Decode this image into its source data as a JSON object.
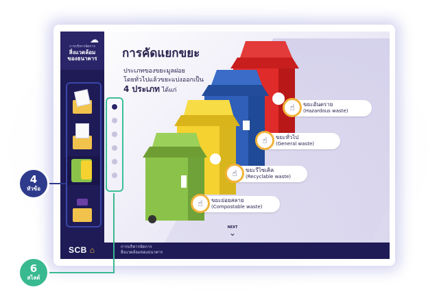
{
  "logo": {
    "small_text": "การบริหารจัดการ",
    "line1": "สิ่งแวดล้อม",
    "line2": "ของธนาคาร",
    "icon": "cloud-icon"
  },
  "content": {
    "title": "การคัดแยกขยะ",
    "subtitle_line1": "ประเภทของขยะมูลฝอย",
    "subtitle_line2": "โดยทั่วไปแล้วขยะแบ่งออกเป็น",
    "count_bold": "4 ประเภท",
    "count_suffix": "ได้แก่"
  },
  "waste_types": [
    {
      "th": "ขยะอันตราย",
      "en": "(Hazardous waste)",
      "color": "#e02b2b"
    },
    {
      "th": "ขยะทั่วไป",
      "en": "(General waste)",
      "color": "#2f5fb8"
    },
    {
      "th": "ขยะรีไซเคิล",
      "en": "(Recyclable waste)",
      "color": "#f5d22f"
    },
    {
      "th": "ขยะย่อยสลาย",
      "en": "(Compostable waste)",
      "color": "#8bc34a"
    }
  ],
  "next_label": "NEXT",
  "footer": {
    "brand": "SCB",
    "text_line1": "การบริหารจัดการ",
    "text_line2": "สิ่งแวดล้อมของธนาคาร"
  },
  "annotations": {
    "topics": {
      "number": "4",
      "word": "หัวข้อ",
      "color": "#2e3a8c"
    },
    "slides": {
      "number": "6",
      "word": "สไลด์",
      "color": "#39b98f"
    }
  },
  "slides": {
    "total": 6,
    "current": 1
  }
}
